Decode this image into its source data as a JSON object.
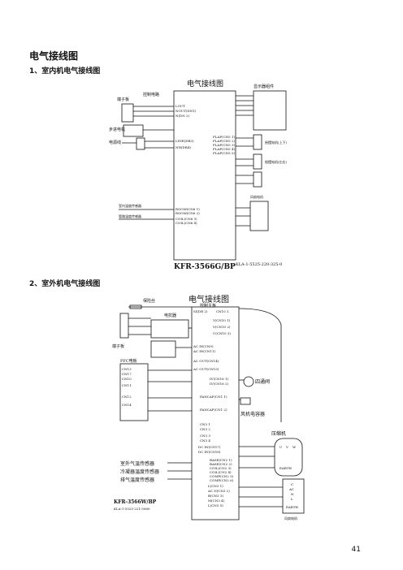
{
  "doc": {
    "title": "电气接线图",
    "section1": "1、室内机电气接线图",
    "section2": "2、室外机电气接线图",
    "page_number": "41"
  },
  "indoor": {
    "header": "电气接线图",
    "model": "KFR-3566G/BP",
    "drawing_no": "KLA-1-5525-220-325-0",
    "left_labels": [
      "端子板",
      "控制电路",
      "步进电机",
      "电源线"
    ],
    "pcb_pins_top": [
      "LOUT",
      "NOUT(DN1)",
      "N(DN 2)"
    ],
    "pcb_pins_mid": [
      "LINE(DR3)",
      "NH(DR4)"
    ],
    "flap_pins": [
      "FLAP(CN5 1)",
      "FLAP(CN5 2)",
      "FLAP(CN5 3)",
      "FLAP(CN5 4)",
      "FLAP(CN5 5)"
    ],
    "bottom_pins": [
      "ROOM(CN6 1)",
      "ROOM(CN6 2)",
      "COIL(CN6 3)",
      "COIL(CN6 4)"
    ],
    "right_labels": [
      "显示器组件",
      "摇摆电机(上下)",
      "摇摆电机(左右)",
      "风扇电机"
    ],
    "sensor_labels": [
      "室内温度传感器",
      "管路温度传感器"
    ]
  },
  "outdoor": {
    "header": "电气接线图",
    "board": "控制主板",
    "model": "KFR-3566W/BP",
    "drawing_no": "KLA-1-5525-221-5060",
    "left_labels": [
      "保险丝",
      "端子板",
      "PFC电板",
      "电抗器"
    ],
    "pins_top": [
      "SI(DR 2)",
      "CN10 1"
    ],
    "pins_io": [
      "Y(CN10 1)",
      "V(CN10 2)",
      "U(CN10 3)"
    ],
    "pins_ac": [
      "AC IN(CN9)",
      "AC IN(CN11)",
      "AC OUT(CN14)",
      "AC OUT(CN15)"
    ],
    "pins_valve": [
      "IV(CN16 1)",
      "IV(CN16 2)"
    ],
    "pins_fan": [
      "FANCAP(CN1 1)",
      "FANCAP(CN1 2)"
    ],
    "pfc_pins": [
      "CN13",
      "CN17",
      "CN10",
      "CN11",
      "CN12",
      "CN14"
    ],
    "cn_group": [
      "CN3 1",
      "CN3 2",
      "CN3 3",
      "CN3 4"
    ],
    "dc_pins": [
      "DC IN(CN17)",
      "DC IN(CN18)"
    ],
    "sensor_pins": [
      "BASE(CN2 1)",
      "BASE(CN2 2)",
      "COIL(CN2 3)",
      "COIL(CN2 4)",
      "COMP(CN2 5)",
      "COMP(CN2 6)"
    ],
    "bottom_pins": [
      "L(CN3 1)",
      "AC N(CN3 2)",
      "B(CN3 3)",
      "M(CN3 4)",
      "L(CN3 5)"
    ],
    "right_labels": [
      "四通阀",
      "风机电容器",
      "压缩机",
      "风扇电机"
    ],
    "sensor_labels": [
      "室外气温传感器",
      "冷凝器温度传感器",
      "排气温度传感器"
    ],
    "compressor_pins": [
      "U",
      "V",
      "W",
      "EARTH"
    ],
    "fan_pins": [
      "C",
      "AC",
      "N",
      "L",
      "EARTH"
    ]
  },
  "colors": {
    "line": "#111111",
    "paper": "#ffffff"
  }
}
